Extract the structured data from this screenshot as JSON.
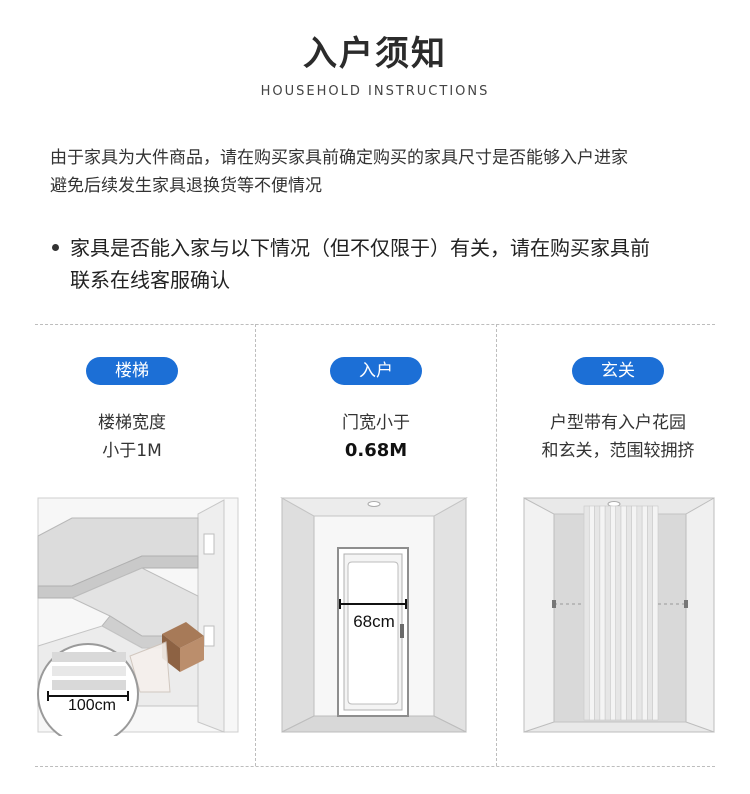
{
  "header": {
    "title": "入户须知",
    "subtitle": "HOUSEHOLD INSTRUCTIONS"
  },
  "intro": {
    "line1": "由于家具为大件商品，请在购买家具前确定购买的家具尺寸是否能够入户进家",
    "line2": "避免后续发生家具退换货等不便情况"
  },
  "notice": {
    "line1": "家具是否能入家与以下情况（但不仅限于）有关，请在购买家具前",
    "line2": "联系在线客服确认"
  },
  "cards": [
    {
      "tag": "楼梯",
      "desc_line1": "楼梯宽度",
      "desc_line2": "小于1M",
      "measure_label": "100cm",
      "illustration_icon": "staircase-icon"
    },
    {
      "tag": "入户",
      "desc_line1": "门宽小于",
      "desc_line2": "0.68M",
      "measure_label": "68cm",
      "illustration_icon": "door-icon"
    },
    {
      "tag": "玄关",
      "desc_line1": "户型带有入户花园",
      "desc_line2": "和玄关，范围较拥挤",
      "illustration_icon": "folding-door-icon"
    }
  ],
  "colors": {
    "accent": "#1c6fd6",
    "divider": "#bdbdbd",
    "wall": "#e4e4e4"
  }
}
